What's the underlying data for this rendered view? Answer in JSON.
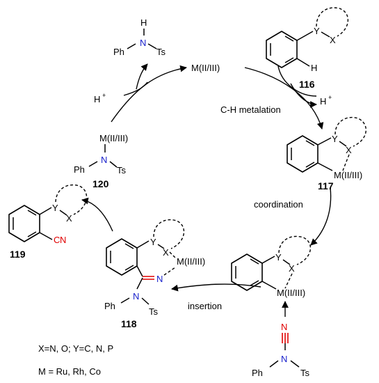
{
  "catalyst": "M(II/III)",
  "steps": {
    "ch_metalation": "C-H metalation",
    "coordination": "coordination",
    "insertion": "insertion",
    "proton_in": "H",
    "proton_out": "H",
    "plus": "+"
  },
  "compounds": {
    "c116": "116",
    "c117": "117",
    "c118": "118",
    "c119": "119",
    "c120": "120"
  },
  "atoms": {
    "Y": "Y",
    "X": "X",
    "H": "H",
    "N": "N",
    "Ph": "Ph",
    "Ts": "Ts",
    "C": "C",
    "metal": "M(II/III)"
  },
  "footnotes": {
    "line1": "X=N, O; Y=C, N, P",
    "line2": "M = Ru, Rh, Co"
  }
}
